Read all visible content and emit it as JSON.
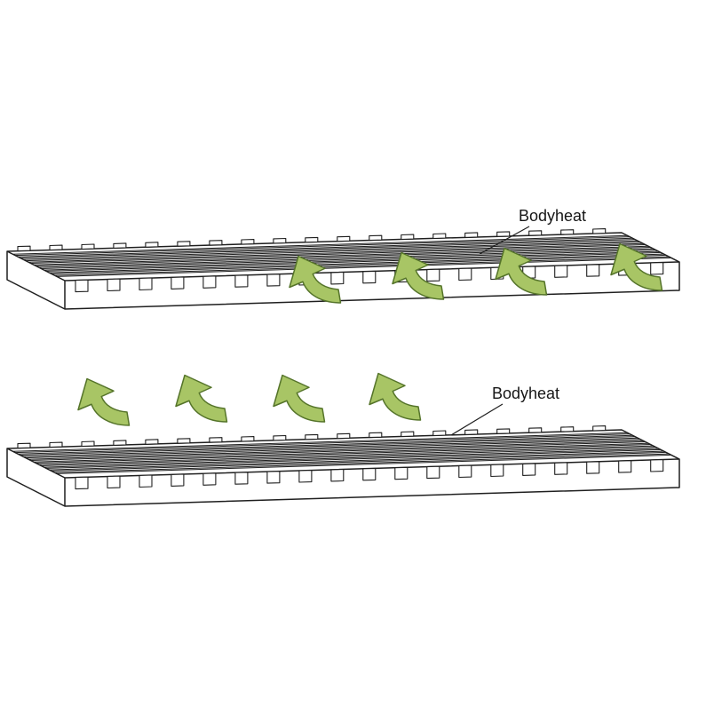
{
  "colors": {
    "surface": "#ffffff",
    "line": "#1f1f1f",
    "arrow_fill": "#a8c565",
    "arrow_stroke": "#55742a"
  },
  "panels": [
    {
      "name": "upper-mattress",
      "label": "Bodyheat",
      "heat_arrow_count": 4,
      "heat_flow": "escaping through side ventilation channels"
    },
    {
      "name": "lower-mattress",
      "label": "Bodyheat",
      "heat_arrow_count": 4,
      "heat_flow": "rising above grooved surface"
    }
  ]
}
